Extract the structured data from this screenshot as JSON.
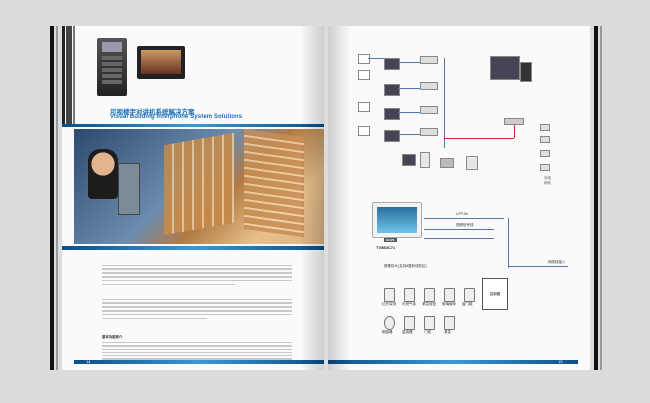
{
  "colors": {
    "accent_blue": "#1a6fb8",
    "dark_bar": "#1d1d1d",
    "red_wire": "#d22",
    "page_bg": "#fafafa"
  },
  "left_page": {
    "title_cn": "可视楼宇对讲机系统解决方案",
    "title_en": "Visual Building Interphone System Solutions",
    "section_title": "基本功能简介",
    "page_number": "14"
  },
  "right_page": {
    "model_label": "TV860C71",
    "panel_brand": "GOVE",
    "utp_label": "UTP-5e",
    "video_in": "视频信号线",
    "alarm_label": "报警探头(支持8路有线防区)",
    "controller_label": "控制箱",
    "net_label": "网络线接入",
    "page_number": "15",
    "devices_row1": [
      "红外探测",
      "可燃气体",
      "紧急按钮",
      "玻璃破碎",
      "窗门磁"
    ],
    "devices_row2": [
      "烟感器",
      "温感器",
      "门磁",
      "紧急"
    ],
    "legend": [
      "总线",
      "网线"
    ]
  }
}
